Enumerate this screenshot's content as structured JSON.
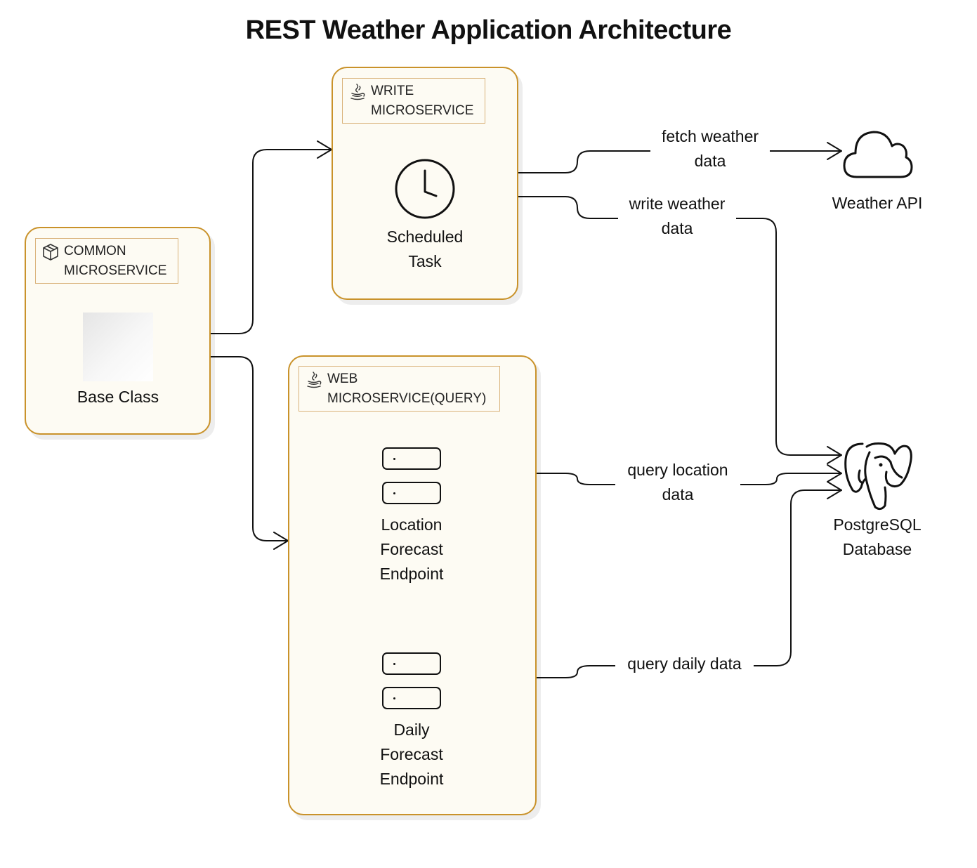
{
  "title": "REST Weather Application Architecture",
  "containers": {
    "common": {
      "label_line1": "COMMON",
      "label_line2": "MICROSERVICE",
      "icon": "package-icon"
    },
    "write": {
      "label_line1": "WRITE",
      "label_line2": "MICROSERVICE",
      "icon": "java-icon"
    },
    "web": {
      "label_line1": "WEB",
      "label_line2": "MICROSERVICE(QUERY)",
      "icon": "java-icon"
    }
  },
  "nodes": {
    "base_class": {
      "line1": "Base Class"
    },
    "scheduled_task": {
      "line1": "Scheduled",
      "line2": "Task",
      "icon": "clock-icon"
    },
    "location_endpoint": {
      "line1": "Location",
      "line2": "Forecast",
      "line3": "Endpoint",
      "icon": "endpoint-icon"
    },
    "daily_endpoint": {
      "line1": "Daily",
      "line2": "Forecast",
      "line3": "Endpoint",
      "icon": "endpoint-icon"
    },
    "weather_api": {
      "line1": "Weather API",
      "icon": "cloud-icon"
    },
    "postgres": {
      "line1": "PostgreSQL",
      "line2": "Database",
      "icon": "postgresql-elephant-icon"
    }
  },
  "edges": {
    "fetch": {
      "line1": "fetch weather",
      "line2": "data"
    },
    "write": {
      "line1": "write weather",
      "line2": "data"
    },
    "query_location": {
      "line1": "query location",
      "line2": "data"
    },
    "query_daily": {
      "line1": "query daily data"
    }
  },
  "colors": {
    "container_border": "#c9922a",
    "container_fill": "#fdfbf3",
    "tag_border": "#d9b27a",
    "line": "#111111"
  }
}
